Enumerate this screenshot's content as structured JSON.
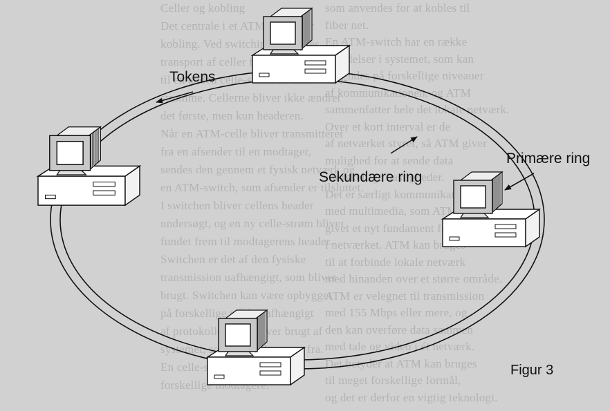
{
  "diagram": {
    "labels": {
      "tokens": "Tokens",
      "primary_ring": "Primære ring",
      "secondary_ring": "Sekundære ring",
      "figure": "Figur 3"
    },
    "computers": [
      {
        "name": "top"
      },
      {
        "name": "left"
      },
      {
        "name": "right"
      },
      {
        "name": "bottom"
      }
    ]
  },
  "background_page": {
    "lines": [
      "Celler og kobling",
      "Det centrale i et ATM system er",
      "kobling. Ved switching foretages",
      "transport af celler fra en celle-strøm",
      "til en anden celle-strøm til andre celle-",
      "strømme. Cellerne bliver ikke ændret",
      "det første, men kun headeren.",
      "Når en ATM-celle bliver transmitteret",
      "fra en afsender til en modtager,",
      "sendes den gennem et fysisk netværk og",
      "en ATM-switch, som afsender er tilsluttet.",
      "I switchen bliver cellens header",
      "undersøgt, og en ny celle-strøm bliver",
      "fundet frem til modtagerens header.",
      "Switchen er det af den fysiske",
      "transmission uafhængigt, som bliver",
      "brugt. Switchen kan være opbygget",
      "på forskellige måder, afhængigt",
      "af protokollen, der bliver brugt af",
      "systemet, som cellen kommer fra.",
      "En celle-strøm med celler til",
      "forskellige modtagere."
    ],
    "right_lines": [
      "som anvendes for at kobles til",
      "fiber net.",
      "En ATM-switch har en række",
      "udvidelser i systemet, som kan",
      "anvendes på forskellige niveauer",
      "af kommunikationen, og ATM",
      "sammenfatter hele det lokale netværk.",
      "Over et kort interval er de",
      "af netværket styret, så ATM giver",
      "mulighed for at sende data",
      "i forskellige hastigheder.",
      "Det er særligt kommunikationen",
      "med multimedia, som ATM har",
      "givet et nyt fundament for brug",
      "i netværket. ATM kan bruges",
      "til at forbinde lokale netværk",
      "med hinanden over et større område.",
      "ATM er velegnet til transmission",
      "med 155 Mbps eller mere, og",
      "den kan overføre data sammen",
      "med tale og video i ét netværk.",
      "Det betyder at ATM kan bruges",
      "til meget forskellige formål,",
      "og det er derfor en vigtig teknologi."
    ]
  }
}
